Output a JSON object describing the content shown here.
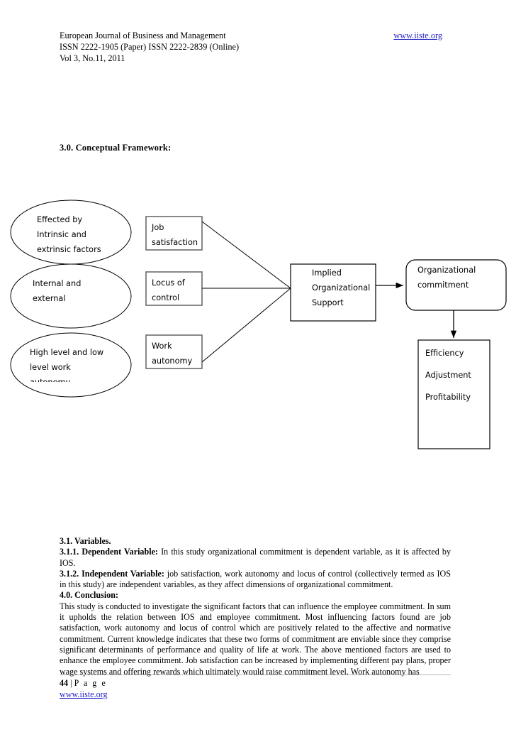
{
  "header": {
    "journal_title": "European Journal of Business and Management",
    "website": "www.iiste.org",
    "issn_line": "ISSN 2222-1905 (Paper) ISSN 2222-2839 (Online)",
    "volume_line": "Vol 3, No.11, 2011"
  },
  "section": {
    "heading": "3.0. Conceptual Framework:"
  },
  "diagram": {
    "ellipses": [
      {
        "id": "effected-by-factors",
        "lines": [
          "Effected by",
          "Intrinsic and",
          "extrinsic factors"
        ]
      },
      {
        "id": "internal-external",
        "lines": [
          "Internal and",
          "external"
        ]
      },
      {
        "id": "work-autonomy-levels",
        "lines": [
          "High level and low",
          "level work",
          "autonomy"
        ]
      }
    ],
    "variable_boxes": [
      {
        "id": "job-satisfaction",
        "lines": [
          "Job",
          "satisfaction"
        ]
      },
      {
        "id": "locus-of-control",
        "lines": [
          "Locus of",
          "control"
        ]
      },
      {
        "id": "work-autonomy",
        "lines": [
          "Work",
          "autonomy"
        ]
      }
    ],
    "mediator_box": {
      "id": "implied-organizational-support",
      "lines": [
        "Implied",
        "Organizational",
        "Support"
      ]
    },
    "outcome_box": {
      "id": "organizational-commitment",
      "lines": [
        "Organizational",
        "commitment"
      ]
    },
    "results_box": {
      "id": "results",
      "lines": [
        "Efficiency",
        "Adjustment",
        "Profitability"
      ]
    }
  },
  "body": {
    "variables_heading": "3.1. Variables.",
    "dependent_label": "3.1.1. Dependent Variable:",
    "dependent_text": " In this study organizational commitment is dependent variable, as it is affected by IOS.",
    "independent_label": "3.1.2. Independent Variable:",
    "independent_text": " job satisfaction, work autonomy and locus of control (collectively termed as IOS in this study) are independent variables, as they affect dimensions of organizational commitment.",
    "conclusion_heading": "4.0. Conclusion:",
    "conclusion_text": "This study is conducted to investigate the significant factors that can influence the employee commitment. In sum it upholds the relation between IOS and employee commitment. Most influencing factors found are job satisfaction, work autonomy and locus of control which are positively related to the affective and normative commitment. Current knowledge indicates that these two forms of commitment are enviable since they comprise significant determinants of performance and quality of life at work. The above mentioned factors are used to enhance the employee commitment. Job satisfaction can be increased by implementing different pay plans, proper wage systems and offering rewards which ultimately would raise commitment level. Work autonomy has"
  },
  "footer": {
    "page_number": "44",
    "page_separator": " | ",
    "page_word": "P a g e",
    "website": "www.iiste.org"
  },
  "colors": {
    "link": "#1f1fc4",
    "stroke": "#000000",
    "box_stroke_gray": "#6b6b6b"
  }
}
